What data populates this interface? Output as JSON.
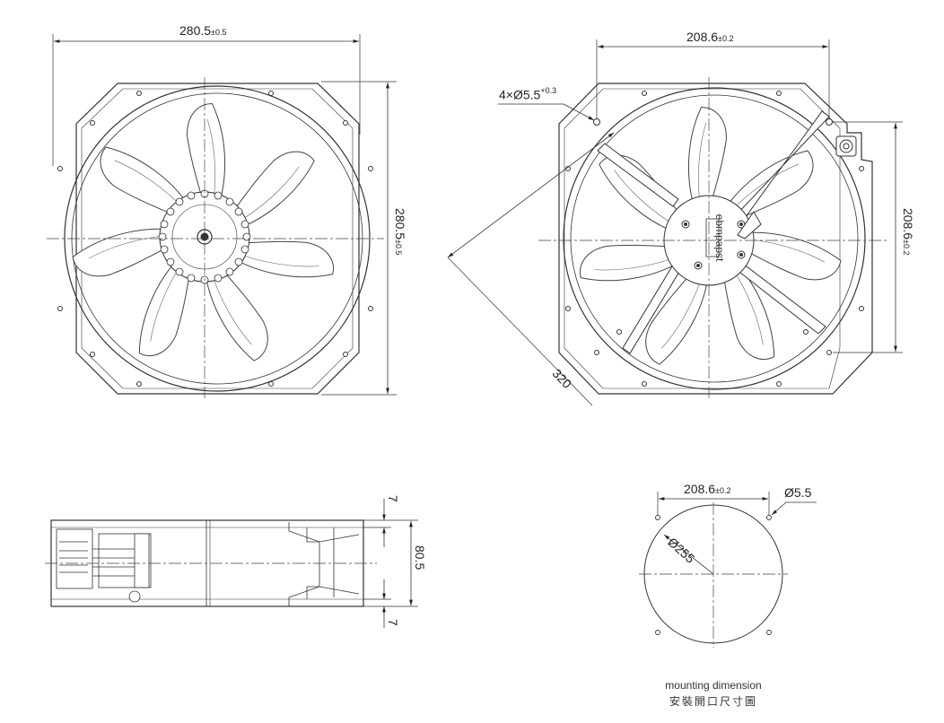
{
  "front_view": {
    "width_value": "280.5",
    "width_tol": "±0.5",
    "height_value": "280.5",
    "height_tol": "±0.5"
  },
  "rear_view": {
    "hole_spacing_h_value": "208.6",
    "hole_spacing_h_tol": "±0.2",
    "hole_spacing_v_value": "208.6",
    "hole_spacing_v_tol": "±0.2",
    "hole_callout": "4×Ø5.5",
    "hole_tol": "+0.3",
    "diagonal": "320",
    "label_text": "ebmpapst"
  },
  "side_view": {
    "depth": "80.5",
    "flange_top": "7",
    "flange_bottom": "7"
  },
  "mounting_view": {
    "spacing_value": "208.6",
    "spacing_tol": "±0.2",
    "hole_dia": "Ø5.5",
    "cutout_dia": "Ø255",
    "caption_en": "mounting dimension",
    "caption_zh": "安裝開口尺寸圖"
  }
}
